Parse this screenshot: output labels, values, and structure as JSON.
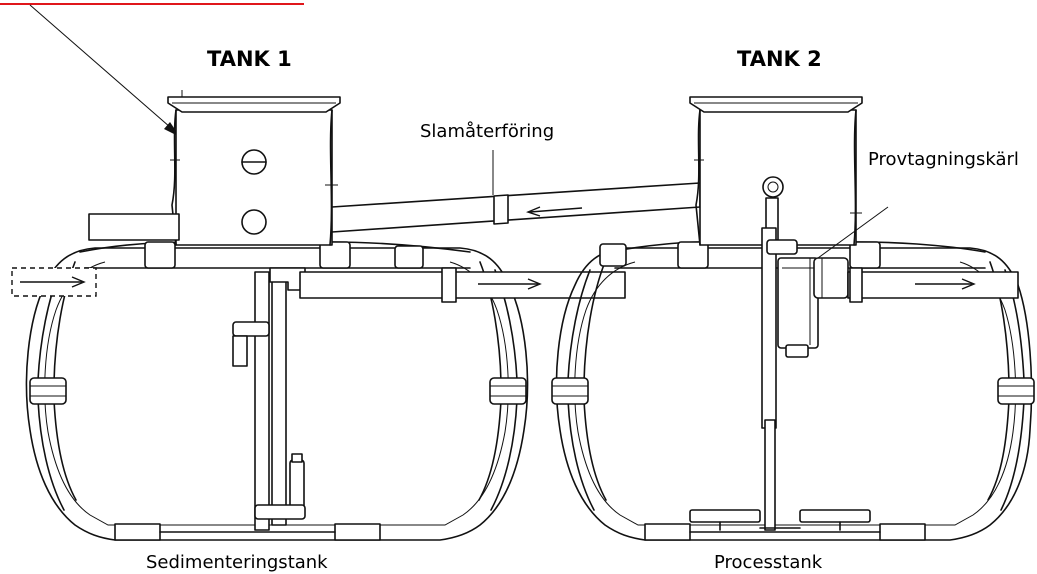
{
  "titles": {
    "tank1": "TANK 1",
    "tank2": "TANK 2"
  },
  "labels": {
    "sludge_return": "Slamåterföring",
    "sampling_vessel": "Provtagningskärl",
    "sedimentation_tank": "Sedimenteringstank",
    "process_tank": "Processtank"
  },
  "colors": {
    "callout_underline": "#e0161b",
    "line": "#111111"
  }
}
